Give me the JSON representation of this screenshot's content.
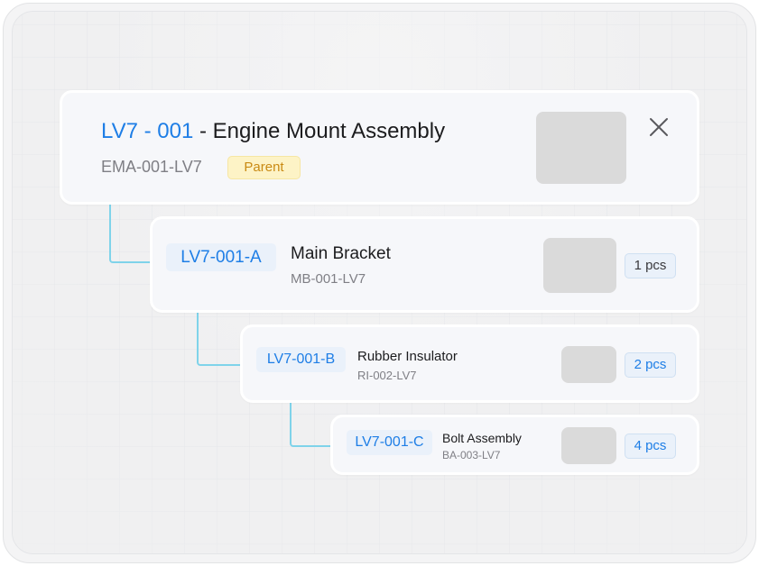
{
  "parent": {
    "code_prefix": "LV7 - 001",
    "separator": " - ",
    "title": "Engine Mount Assembly",
    "part_number": "EMA-001-LV7",
    "badge": "Parent",
    "close_icon": "close-icon"
  },
  "children": [
    {
      "code": "LV7-001-A",
      "name": "Main Bracket",
      "part_number": "MB-001-LV7",
      "qty": "1 pcs"
    },
    {
      "code": "LV7-001-B",
      "name": "Rubber Insulator",
      "part_number": "RI-002-LV7",
      "qty": "2 pcs"
    },
    {
      "code": "LV7-001-C",
      "name": "Bolt Assembly",
      "part_number": "BA-003-LV7",
      "qty": "4 pcs"
    }
  ],
  "colors": {
    "accent": "#1e7ee6",
    "connector": "#7fd3ea",
    "badge_bg": "#fdf3c6",
    "badge_text": "#c98a14"
  }
}
